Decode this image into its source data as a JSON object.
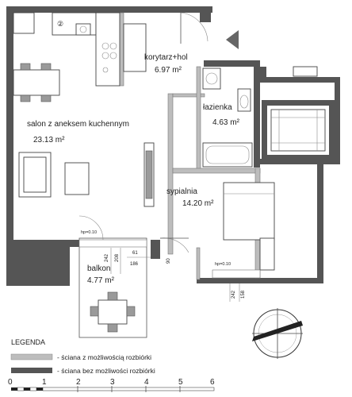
{
  "rooms": {
    "corridor": {
      "name": "korytarz+hol",
      "area": "6.97 m²"
    },
    "bathroom": {
      "name": "łazienka",
      "area": "4.63 m²"
    },
    "living": {
      "name": "salon z aneksem kuchennym",
      "area": "23.13 m²"
    },
    "bedroom": {
      "name": "sypialnia",
      "area": "14.20 m²"
    },
    "balcony": {
      "name": "balkon",
      "area": "4.77 m²"
    }
  },
  "dimensions": {
    "hp_balcony": "hp=0.10",
    "hp_bedroom": "hp=0.10",
    "d208": "208",
    "d242_left": "242",
    "d61": "61",
    "d186": "186",
    "d90": "90",
    "d158": "158",
    "d242_right": "242"
  },
  "legend": {
    "title": "LEGENDA",
    "items": [
      {
        "label": "- ściana z możliwością rozbiórki",
        "color": "#bdbdbd"
      },
      {
        "label": "- ściana bez możliwości rozbiórki",
        "color": "#555555"
      }
    ]
  },
  "scale_bar": {
    "ticks": [
      "0",
      "1",
      "2",
      "3",
      "4",
      "5",
      "6"
    ]
  },
  "fixtures": {
    "kitchen_marker": "②"
  }
}
